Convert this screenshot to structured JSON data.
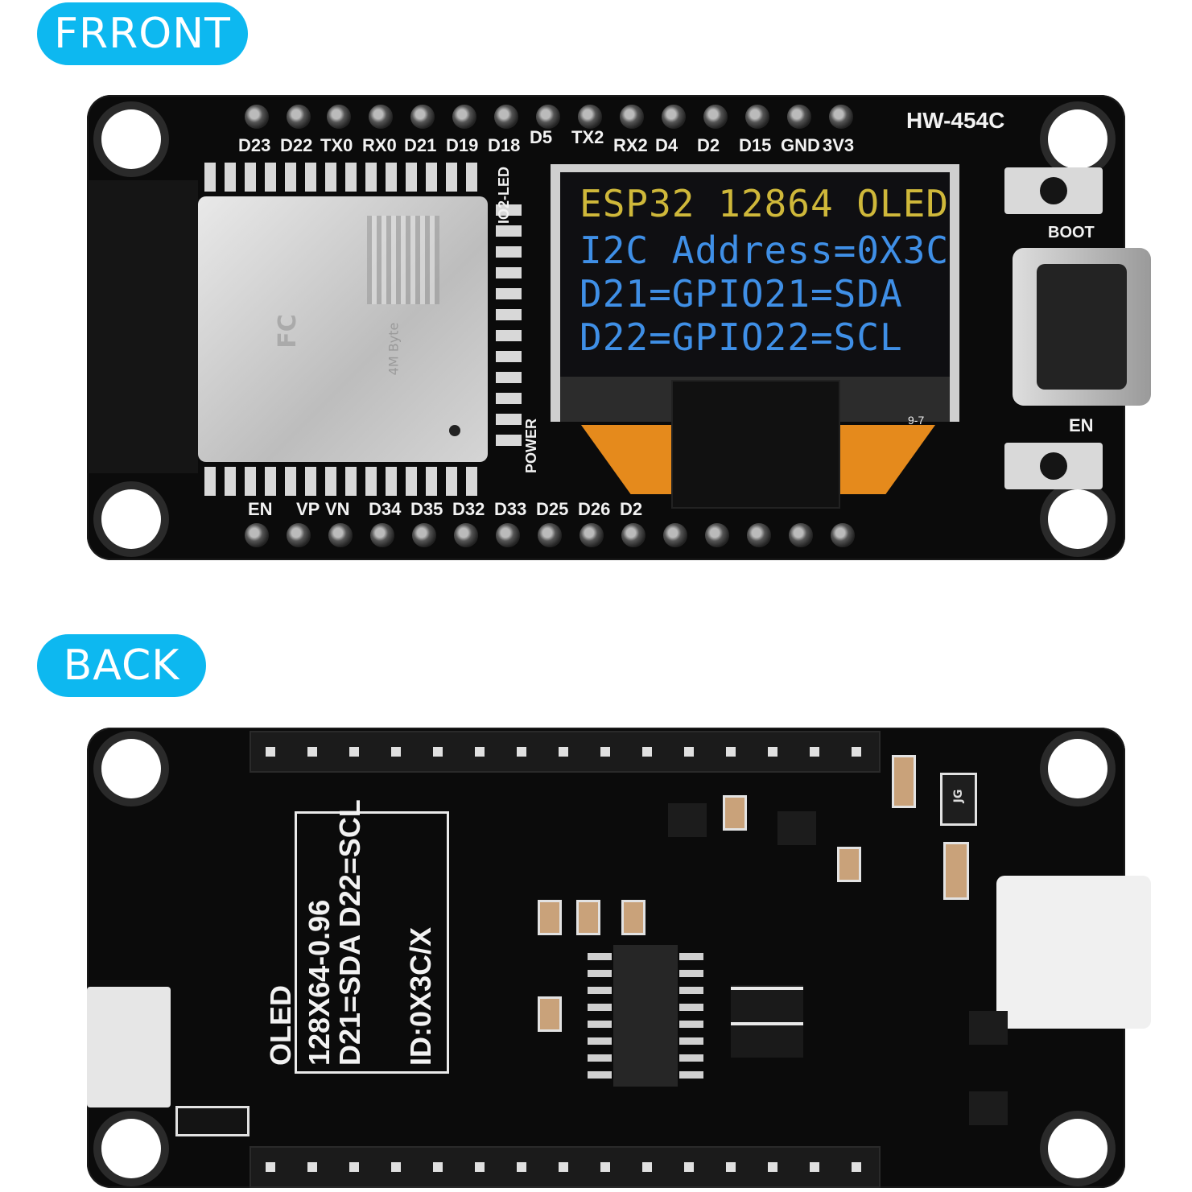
{
  "front": {
    "label": "FRRONT",
    "model": "HW-454C",
    "top_pins": [
      "D23",
      "D22",
      "TX0",
      "RX0",
      "D21",
      "D19",
      "D18",
      "D5",
      "TX2",
      "RX2",
      "D4",
      "D2",
      "D15",
      "GND",
      "3V3"
    ],
    "bottom_pins": [
      "EN",
      "VP",
      "VN",
      "D34",
      "D35",
      "D32",
      "D33",
      "D25",
      "D26",
      "D2"
    ],
    "side_labels": {
      "io2": "IO2-LED",
      "power": "POWER",
      "boot": "BOOT",
      "en": "EN"
    },
    "oled_lines": [
      "ESP32 12864 OLED",
      "I2C Address=0X3C",
      "D21=GPIO21=SDA",
      "D22=GPIO22=SCL"
    ],
    "oled_colors": {
      "yellow": "#cfb83a",
      "blue": "#3f8fe6"
    },
    "module_marks": {
      "fc": "FC",
      "mbyte": "4M Byte"
    },
    "flex_mark": "9-7"
  },
  "back": {
    "label": "BACK",
    "silk_lines": [
      "OLED",
      "128X64-0.96",
      "D21=SDA D22=SCL",
      "ID:0X3C/X"
    ],
    "marks": {
      "jg": "JG"
    }
  },
  "colors": {
    "accent": "#0db8f0",
    "pcb": "#0b0b0b",
    "silk": "#f2f2f2",
    "flex": "#e58a1c"
  }
}
